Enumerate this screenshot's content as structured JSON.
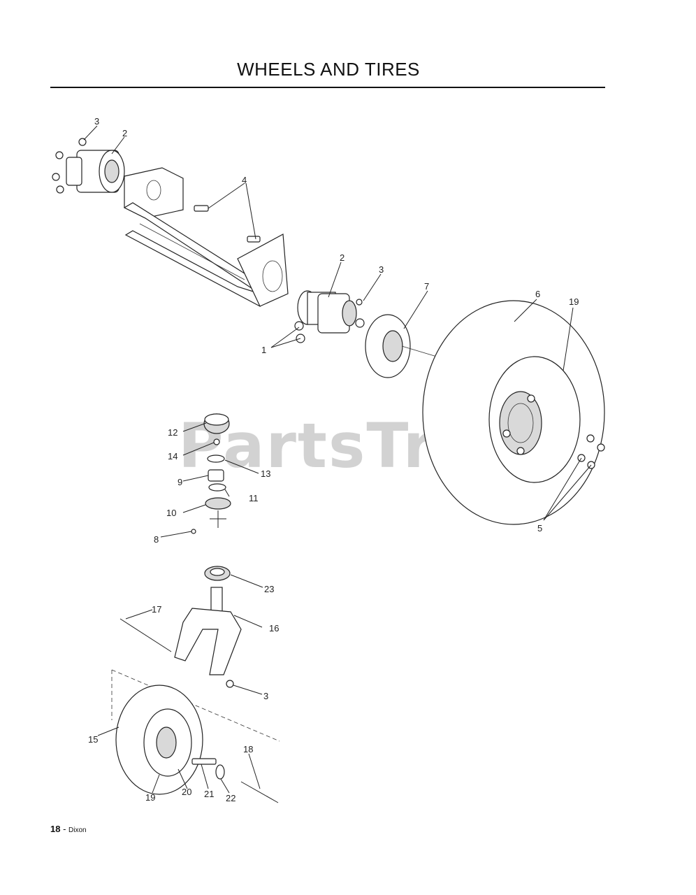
{
  "page": {
    "title": "WHEELS AND TIRES",
    "watermark": "PartsTree",
    "footer_page": "18",
    "footer_brand": "Dixon"
  },
  "callouts": {
    "c3a": "3",
    "c2a": "2",
    "c4": "4",
    "c2b": "2",
    "c3b": "3",
    "c1": "1",
    "c7": "7",
    "c6": "6",
    "c19a": "19",
    "c5": "5",
    "c12": "12",
    "c14": "14",
    "c13": "13",
    "c9": "9",
    "c11": "11",
    "c10": "10",
    "c8": "8",
    "c23": "23",
    "c17": "17",
    "c16": "16",
    "c3c": "3",
    "c15": "15",
    "c18": "18",
    "c19b": "19",
    "c20": "20",
    "c21": "21",
    "c22": "22"
  }
}
